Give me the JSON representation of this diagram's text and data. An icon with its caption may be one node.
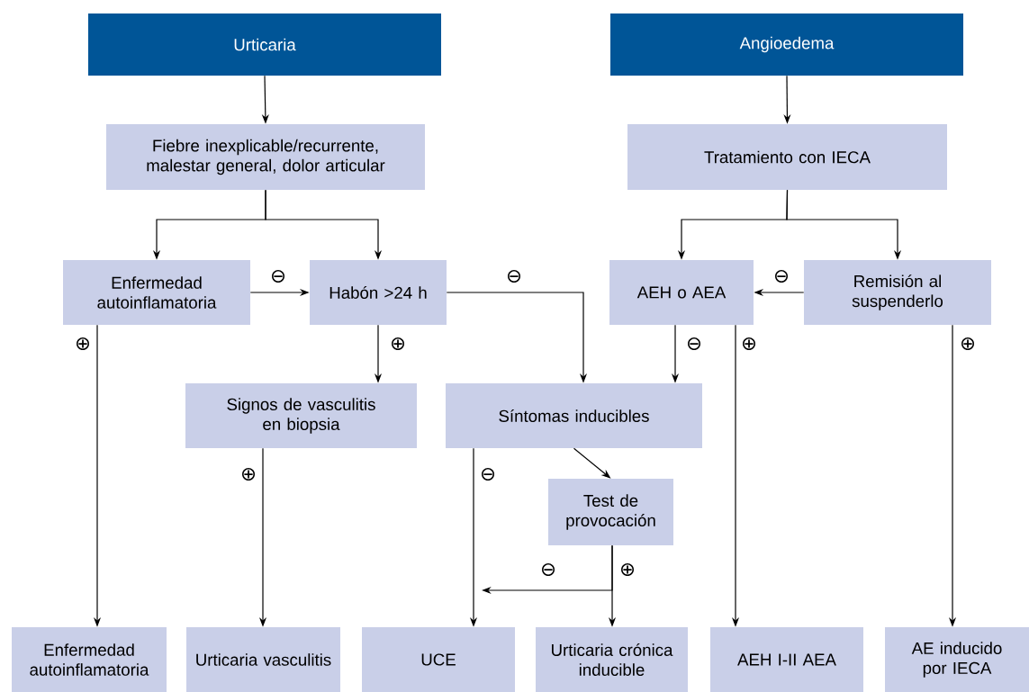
{
  "diagram": {
    "nodes": [
      {
        "text": [
          "Urticaria"
        ]
      },
      {
        "text": [
          "Angioedema"
        ]
      },
      {
        "text": [
          "Fiebre inexplicable/recurrente, malestar general, dolor articular"
        ]
      },
      {
        "text": [
          "Tratamiento con IECA"
        ]
      },
      {
        "text": [
          "Enfermedad autoinflamatoria"
        ]
      },
      {
        "text": [
          "Habón >24 h"
        ]
      },
      {
        "text": [
          "AEH o AEA"
        ]
      },
      {
        "text": [
          "Remisión al suspenderlo"
        ]
      },
      {
        "text": [
          "Signos de vasculitis en biopsia"
        ]
      },
      {
        "text": [
          "Síntomas inducibles"
        ]
      },
      {
        "text": [
          "Test de provocación"
        ]
      },
      {
        "text": [
          "Enfermedad autoinflamatoria"
        ]
      },
      {
        "text": [
          "Urticaria vasculitis"
        ]
      },
      {
        "text": [
          "UCE"
        ]
      },
      {
        "text": [
          "Urticaria crónica inducible"
        ]
      },
      {
        "text": [
          "AEH I-II AEA"
        ]
      },
      {
        "text": [
          "AE inducido por IECA"
        ]
      }
    ],
    "edges": [
      {
        "from": 0,
        "to": 2,
        "arrow": "to"
      },
      {
        "from": 1,
        "to": 3,
        "arrow": "to"
      },
      {
        "from": 2,
        "to": 4,
        "arrow": "to"
      },
      {
        "from": 2,
        "to": 5,
        "arrow": "to"
      },
      {
        "from": 3,
        "to": 6,
        "arrow": "to"
      },
      {
        "from": 3,
        "to": 7,
        "arrow": "to"
      },
      {
        "from": 4,
        "to": 5,
        "arrow": "to",
        "label": "⊖"
      },
      {
        "from": 5,
        "to": 9,
        "arrow": "to",
        "label": "⊖"
      },
      {
        "from": 7,
        "to": 6,
        "arrow": "to",
        "label": "⊖"
      },
      {
        "from": 4,
        "to": 11,
        "arrow": "to",
        "label": "⊕"
      },
      {
        "from": 5,
        "to": 8,
        "arrow": "to",
        "label": "⊕"
      },
      {
        "from": 6,
        "to": 9,
        "arrow": "to",
        "label": "⊖"
      },
      {
        "from": 6,
        "to": 15,
        "arrow": "to",
        "label": "⊕"
      },
      {
        "from": 7,
        "to": 16,
        "arrow": "to",
        "label": "⊕"
      },
      {
        "from": 8,
        "to": 12,
        "arrow": "to",
        "label": "⊕"
      },
      {
        "from": 9,
        "to": 13,
        "arrow": "to",
        "label": "⊖"
      },
      {
        "from": 9,
        "to": 10,
        "arrow": "to"
      },
      {
        "from": 10,
        "to": 13,
        "arrow": "to",
        "label": "⊖"
      },
      {
        "from": 10,
        "to": 14,
        "arrow": "to",
        "label": "⊕"
      }
    ]
  }
}
